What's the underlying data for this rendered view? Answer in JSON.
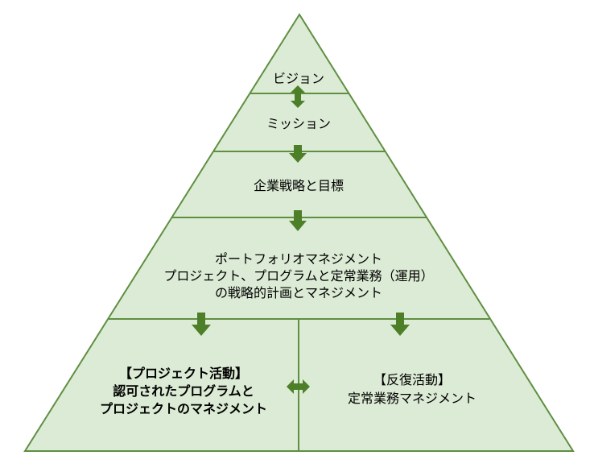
{
  "colors": {
    "fill": "#dcebd5",
    "stroke": "#5f8f41",
    "arrow": "#4d7f28",
    "text": "#000000"
  },
  "levels": {
    "vision": "ビジョン",
    "mission": "ミッション",
    "strategy": "企業戦略と目標",
    "portfolio": [
      "ポートフォリオマネジメント",
      "プロジェクト、プログラムと定常業務（運用）",
      "の戦略的計画とマネジメント"
    ],
    "project_activity": [
      "【プロジェクト活動】",
      "認可されたプログラムと",
      "プロジェクトのマネジメント"
    ],
    "repeat_activity": [
      "【反復活動】",
      "定常業務マネジメント"
    ]
  },
  "icons": {
    "vertical_double_arrow": "double-arrow-vertical-icon",
    "down_arrow": "down-arrow-icon",
    "horizontal_double_arrow": "double-arrow-horizontal-icon"
  }
}
